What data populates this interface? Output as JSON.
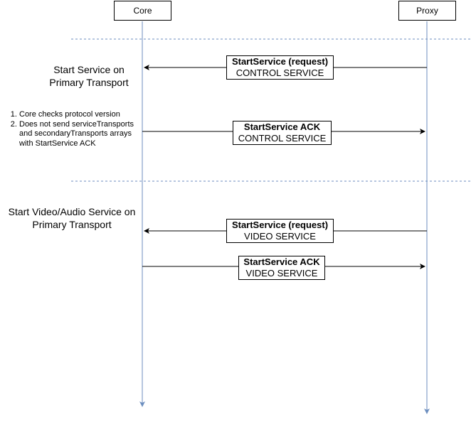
{
  "participants": {
    "core": "Core",
    "proxy": "Proxy"
  },
  "sections": {
    "primary_control": {
      "title_line1": "Start Service on",
      "title_line2": "Primary Transport"
    },
    "primary_av": {
      "title_line1": "Start Video/Audio Service on",
      "title_line2": "Primary Transport"
    }
  },
  "notes": {
    "core_checks": [
      "Core checks protocol version",
      "Does not send serviceTransports and secondaryTransports arrays with StartService ACK"
    ]
  },
  "messages": [
    {
      "direction": "proxy-to-core",
      "bold": "StartService (request)",
      "plain": "CONTROL SERVICE"
    },
    {
      "direction": "core-to-proxy",
      "bold": "StartService ACK",
      "plain": "CONTROL SERVICE"
    },
    {
      "direction": "proxy-to-core",
      "bold": "StartService (request)",
      "plain": "VIDEO SERVICE"
    },
    {
      "direction": "core-to-proxy",
      "bold": "StartService ACK",
      "plain": "VIDEO SERVICE"
    }
  ],
  "colors": {
    "lifeline": "#6c8ebf",
    "separator": "#6c8ebf",
    "arrow": "#000000"
  }
}
